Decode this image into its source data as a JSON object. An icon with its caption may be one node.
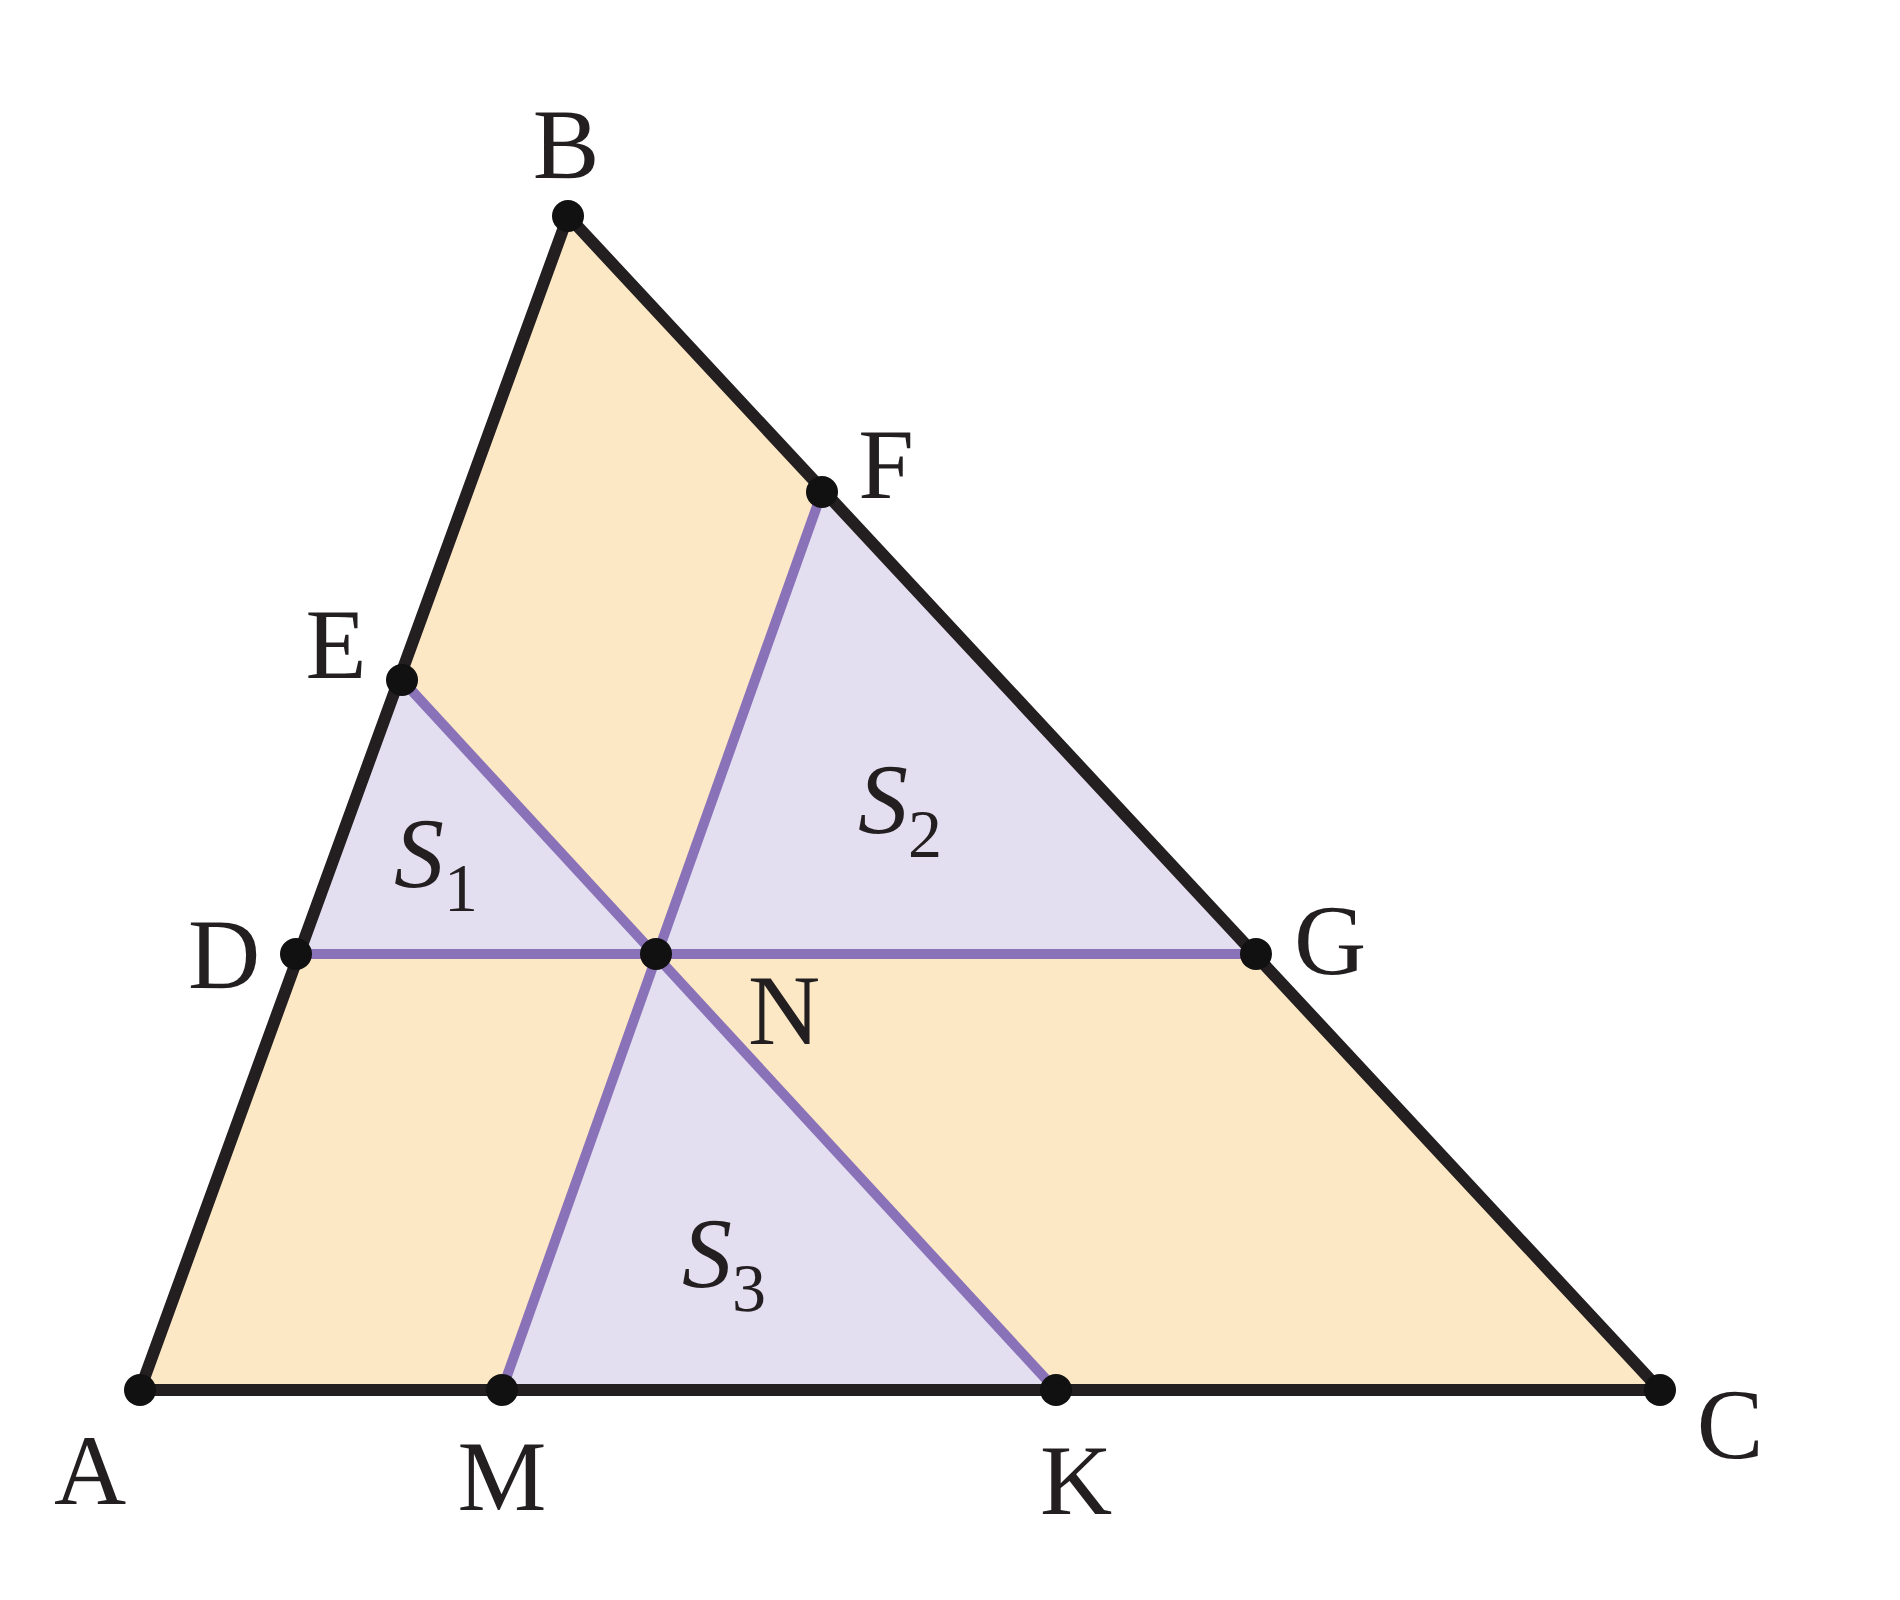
{
  "diagram": {
    "labels": [
      "B",
      "F",
      "E",
      "*S*$_{2}$",
      "*S*$_{1}$",
      "D",
      "G",
      "N",
      "*S*$_{3}$",
      "A",
      "C",
      "M",
      "K"
    ]
  }
}
